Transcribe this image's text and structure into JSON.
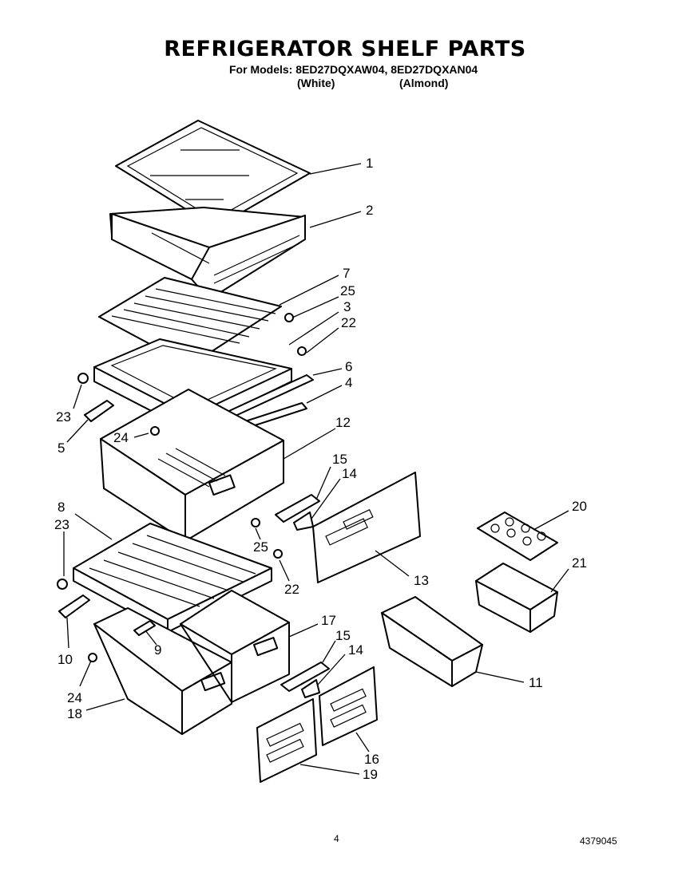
{
  "header": {
    "title": "REFRIGERATOR SHELF PARTS",
    "models_line": "For Models: 8ED27DQXAW04, 8ED27DQXAN04",
    "variant_white": "(White)",
    "variant_almond": "(Almond)"
  },
  "callouts": {
    "c1": "1",
    "c2": "2",
    "c7": "7",
    "c25a": "25",
    "c3": "3",
    "c22a": "22",
    "c6": "6",
    "c4": "4",
    "c23a": "23",
    "c5": "5",
    "c24a": "24",
    "c12": "12",
    "c15a": "15",
    "c14a": "14",
    "c8": "8",
    "c23b": "23",
    "c25b": "25",
    "c22b": "22",
    "c13": "13",
    "c20": "20",
    "c21": "21",
    "c17": "17",
    "c15b": "15",
    "c14b": "14",
    "c9": "9",
    "c10": "10",
    "c11": "11",
    "c24b": "24",
    "c18": "18",
    "c16": "16",
    "c19": "19"
  },
  "footer": {
    "page_number": "4",
    "document_number": "4379045"
  }
}
